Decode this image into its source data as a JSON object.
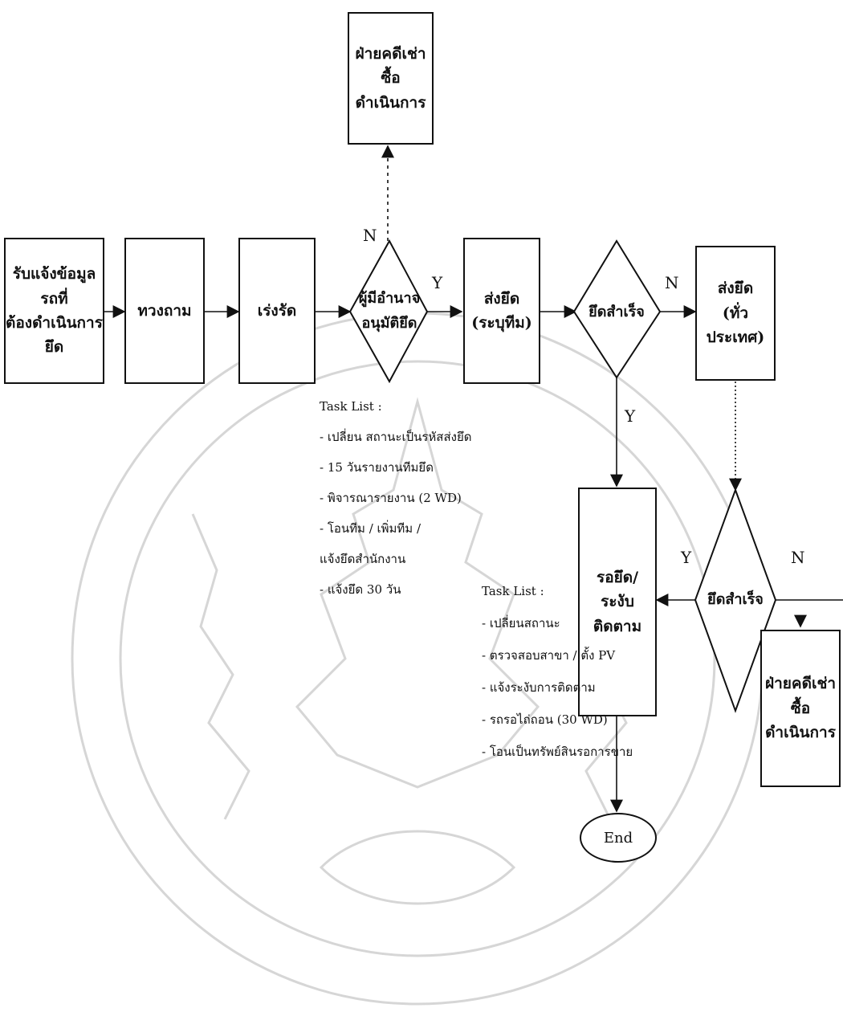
{
  "diagram": {
    "nodes": {
      "box_top": [
        "ฝ่ายคดีเช่าซื้อ",
        "ดำเนินการ"
      ],
      "box_receive": [
        "รับแจ้งข้อมูลรถที่",
        "ต้องดำเนินการยึด"
      ],
      "box_follow": [
        "ทวงถาม"
      ],
      "box_hurry": [
        "เร่งรัด"
      ],
      "diamond_approve": [
        "ผู้มีอำนาจ",
        "อนุมัติยึด"
      ],
      "box_send_seize": [
        "ส่งยึด",
        "(ระบุทีม)"
      ],
      "diamond_success1": [
        "ยึดสำเร็จ"
      ],
      "box_send_nation": [
        "ส่งยึด",
        "(ทั่วประเทศ)"
      ],
      "diamond_success2": [
        "ยึดสำเร็จ"
      ],
      "box_wait": [
        "รอยึด/",
        "ระงับติดตาม"
      ],
      "box_bottom_right": [
        "ฝ่ายคดีเช่าซื้อ",
        "ดำเนินการ"
      ],
      "terminal_end": "End"
    },
    "edge_labels": {
      "approve_no": "N",
      "approve_yes": "Y",
      "success1_no": "N",
      "success1_yes": "Y",
      "success2_yes": "Y",
      "success2_no": "N"
    },
    "task_list_1": {
      "title": "Task List :",
      "items": [
        "- เปลี่ยน สถานะเป็นรหัสส่งยึด",
        "- 15 วันรายงานทีมยึด",
        "- พิจารณารายงาน (2 WD)",
        "- โอนทีม / เพิ่มทีม /",
        "แจ้งยึดสำนักงาน",
        "- แจ้งยึด 30 วัน"
      ]
    },
    "task_list_2": {
      "title": "Task List :",
      "items": [
        "- เปลี่ยนสถานะ",
        "- ตรวจสอบสาขา / ตั้ง PV",
        "- แจ้งระงับการติดตาม",
        "- รถรอไถ่ถอน (30 WD)",
        "- โอนเป็นทรัพย์สินรอการขาย"
      ]
    }
  }
}
